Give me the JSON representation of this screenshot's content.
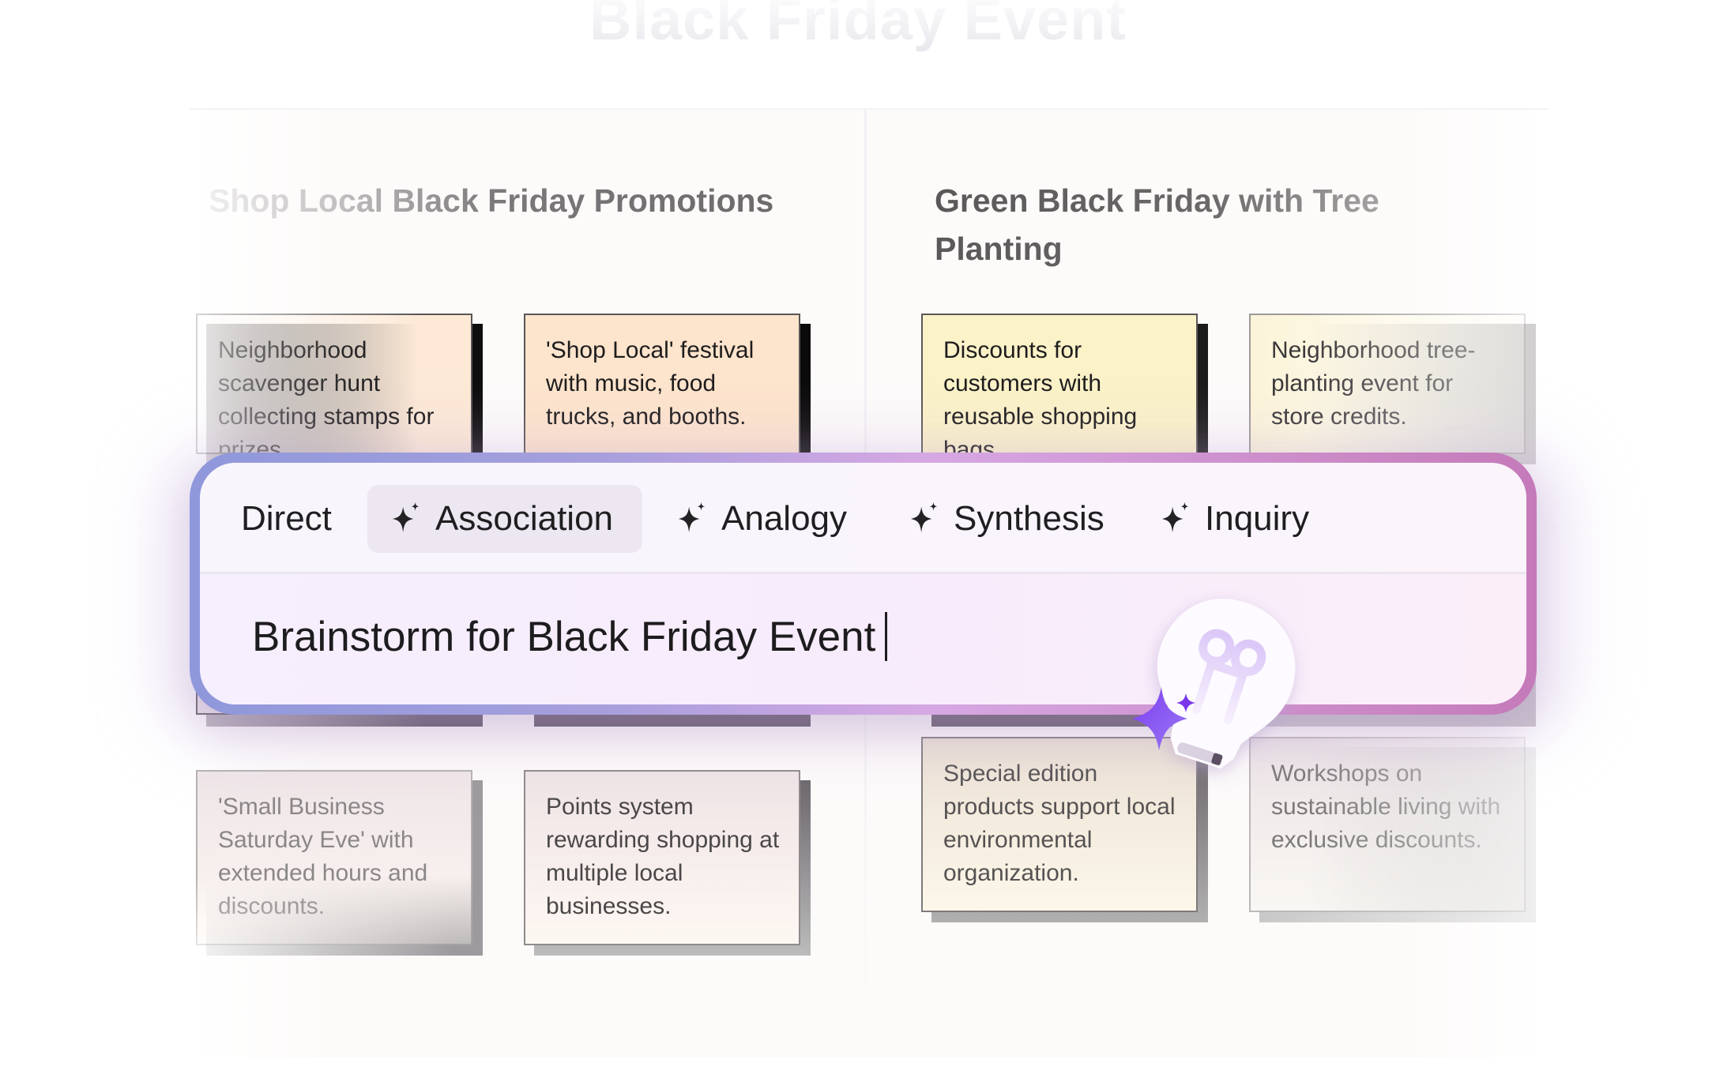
{
  "page": {
    "title": "Black Friday Event"
  },
  "columns": [
    {
      "heading": "Shop Local Black Friday Promotions",
      "cards": [
        {
          "text": "Neighborhood scavenger hunt collecting stamps for prizes.",
          "color": "#fde9d6"
        },
        {
          "text": "'Shop Local' festival with music, food trucks, and booths.",
          "color": "#fde4cc"
        },
        {
          "text": "'Small Business Saturday Eve' with extended hours and discounts.",
          "color": "#fbf1ea"
        },
        {
          "text": "Points system rewarding shopping at multiple local businesses.",
          "color": "#f8eee8"
        }
      ]
    },
    {
      "heading": "Green Black Friday with Tree Planting",
      "cards": [
        {
          "text": "Discounts for customers with reusable shopping bags.",
          "color": "#fbf2c8"
        },
        {
          "text": "Neighborhood tree-planting event for store credits.",
          "color": "#fdf7e2"
        },
        {
          "text": "Special edition products support local environmental organization.",
          "color": "#f6f0dc"
        },
        {
          "text": "Workshops on sustainable living with exclusive discounts.",
          "color": "#f8f5ee"
        }
      ]
    }
  ],
  "composer": {
    "modes": [
      {
        "label": "Direct",
        "icon": "none",
        "active": false
      },
      {
        "label": "Association",
        "icon": "sparkle-icon",
        "active": true
      },
      {
        "label": "Analogy",
        "icon": "sparkle-icon",
        "active": false
      },
      {
        "label": "Synthesis",
        "icon": "sparkle-icon",
        "active": false
      },
      {
        "label": "Inquiry",
        "icon": "sparkle-icon",
        "active": false
      }
    ],
    "input_value": "Brainstorm for Black Friday Event",
    "send_icon": "arrow-up-icon",
    "accent_color": "#7520f5"
  },
  "decor": {
    "mascot_icon": "lightbulb-sparkle-icon"
  }
}
